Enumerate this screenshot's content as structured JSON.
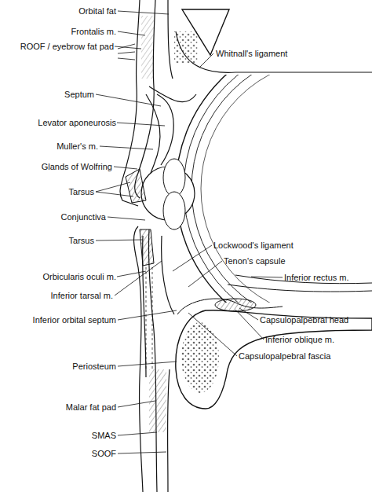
{
  "diagram": {
    "labels": [
      "Orbital fat",
      "Whitnall's ligament",
      "Frontalis m.",
      "ROOF / eyebrow fat pad",
      "Septum",
      "Levator aponeurosis",
      "Muller's m.",
      "Glands of Wolfring",
      "Tarsus",
      "Conjunctiva",
      "Tarsus",
      "Lockwood's ligament",
      "Tenon's capsule",
      "Inferior rectus m.",
      "Orbicularis oculi m.",
      "Inferior tarsal m.",
      "Capsulopalpebral head",
      "Inferior orbital septum",
      "Inferior oblique m.",
      "Capsulopalpebral fascia",
      "Periosteum",
      "Malar fat pad",
      "SMAS",
      "SOOF"
    ]
  }
}
